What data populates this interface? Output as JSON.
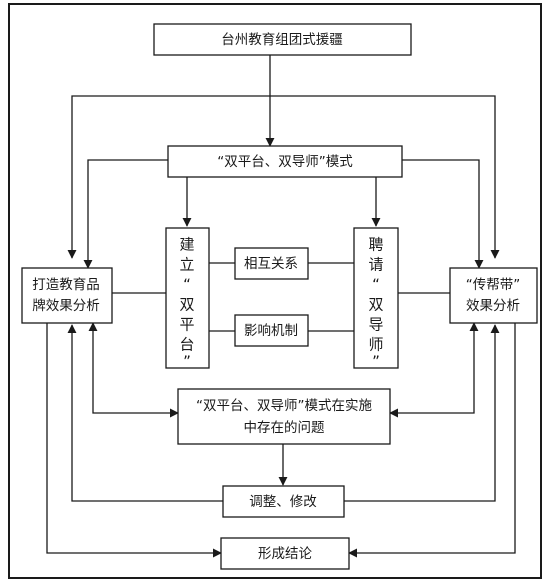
{
  "diagram": {
    "top": "台州教育组团式援疆",
    "mode": "“双平台、双导师”模式",
    "build_platform": [
      "建",
      "立",
      "“",
      "双",
      "平",
      "台",
      "”"
    ],
    "hire_mentor": [
      "聘",
      "请",
      "“",
      "双",
      "导",
      "师",
      "”"
    ],
    "relation": "相互关系",
    "mechanism": "影响机制",
    "brand_analysis": [
      "打造教育品",
      "牌效果分析"
    ],
    "mentoring_analysis": [
      "“传帮带”",
      "效果分析"
    ],
    "problems": [
      "“双平台、双导师”模式在实施",
      "中存在的问题"
    ],
    "adjust": "调整、修改",
    "conclusion": "形成结论"
  },
  "colors": {
    "line": "#1a1a1a",
    "frame": "#1a1a1a",
    "background": "#ffffff"
  }
}
